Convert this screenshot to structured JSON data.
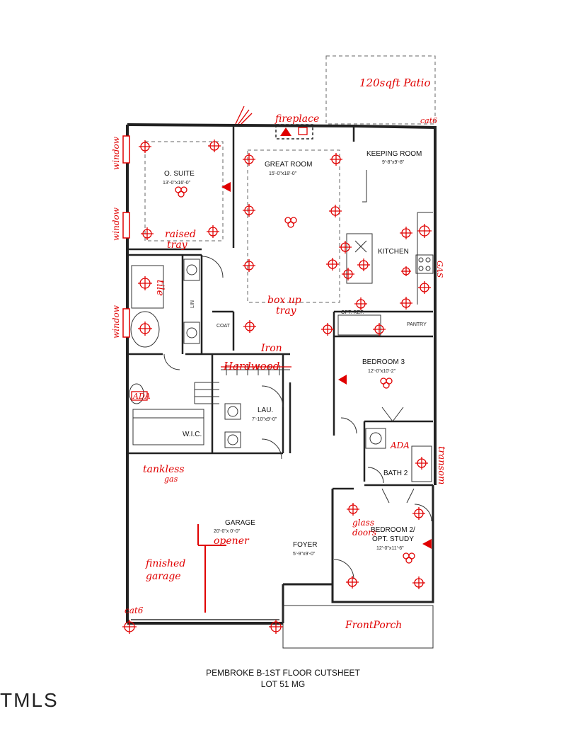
{
  "sheet": {
    "title": "PEMBROKE B-1ST FLOOR CUTSHEET",
    "lot": "LOT 51 MG"
  },
  "watermark": "TMLS",
  "rooms": {
    "patio": {
      "label": "120sqft Patio"
    },
    "owner_suite": {
      "label": "O. SUITE",
      "dim": "13'-0\"x16'-0\""
    },
    "great_room": {
      "label": "GREAT ROOM",
      "dim": "15'-0\"x18'-0\""
    },
    "keeping_room": {
      "label": "KEEPING ROOM",
      "dim": "9'-8\"x9'-8\""
    },
    "kitchen": {
      "label": "KITCHEN"
    },
    "pantry": {
      "label": "PANTRY"
    },
    "coat": {
      "label": "COAT"
    },
    "linen": {
      "label": "LIN"
    },
    "bedroom3": {
      "label": "BEDROOM 3",
      "dim": "12'-0\"x10'-2\""
    },
    "laundry": {
      "label": "LAU.",
      "dim": "7'-10\"x9'-0\""
    },
    "wic": {
      "label": "W.I.C."
    },
    "bath2": {
      "label": "BATH 2"
    },
    "garage": {
      "label": "GARAGE",
      "dim": "20'-0\"x 0'-0\""
    },
    "foyer": {
      "label": "FOYER",
      "dim": "5'-9\"x9'-0\""
    },
    "bedroom2": {
      "label": "BEDROOM 2/",
      "label2": "OPT. STUDY",
      "dim": "12'-0\"x11'-6\""
    },
    "opt_ref": {
      "label": "OPT. REF."
    }
  },
  "annotations": {
    "fireplace": "fireplace",
    "cat6_top": "cat6",
    "window_1": "window",
    "window_2": "window",
    "window_3": "window",
    "raised_tray": "raised",
    "raised_tray_2": "tray",
    "tile": "tile",
    "gas": "GAS",
    "box_up_tray": "box up",
    "box_up_tray_2": "tray",
    "iron": "Iron",
    "hardwood": "Hardwood",
    "ada_1": "ADA",
    "ada_2": "ADA",
    "transom": "transom",
    "tankless": "tankless",
    "tankless_2": "gas",
    "opener": "opener",
    "glass_doors": "glass",
    "glass_doors_2": "doors",
    "finished_garage": "finished",
    "finished_garage_2": "garage",
    "cat6_bottom": "cat6",
    "front_porch": "FrontPorch"
  }
}
